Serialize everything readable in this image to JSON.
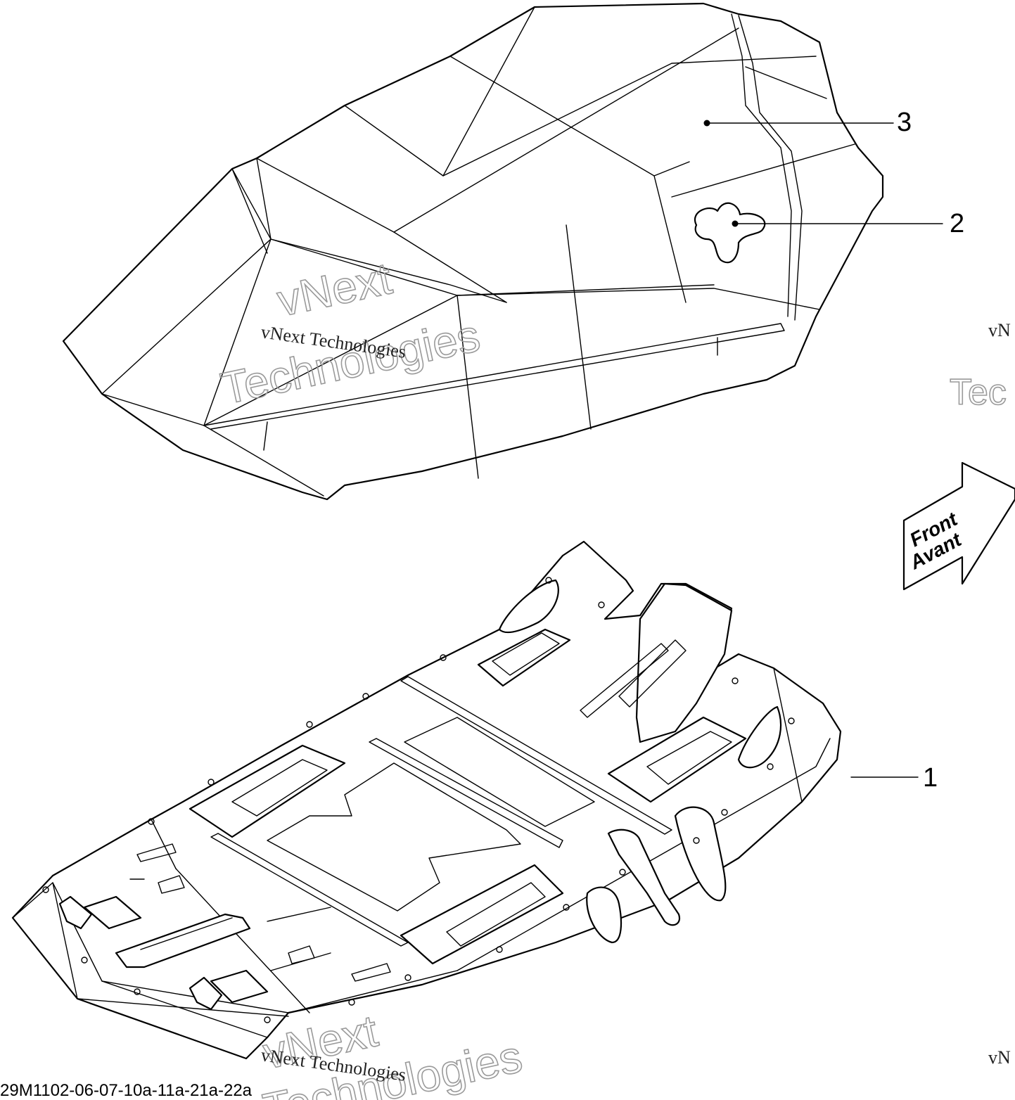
{
  "callouts": [
    {
      "number": "1"
    },
    {
      "number": "2"
    },
    {
      "number": "3"
    }
  ],
  "direction_arrow": {
    "line1": "Front",
    "line2": "Avant"
  },
  "watermark": {
    "text": "vNext Technologies",
    "big_line1": "vNext",
    "big_line2": "Technologies",
    "edge_fragment_1": "vN",
    "edge_fragment_2": "Tec"
  },
  "drawing_code": "29M1102-06-07-10a-11a-21a-22a"
}
